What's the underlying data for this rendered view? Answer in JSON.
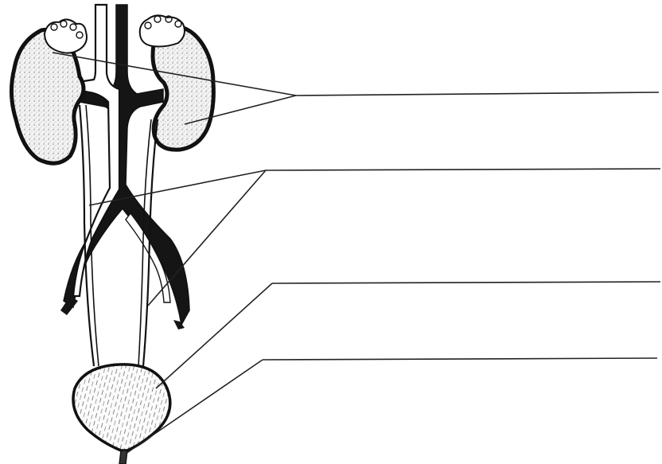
{
  "diagram": {
    "subject": "urinary-system",
    "label_lines": [
      {
        "id": "kidney",
        "text": ""
      },
      {
        "id": "ureter",
        "text": ""
      },
      {
        "id": "bladder",
        "text": ""
      },
      {
        "id": "urethra",
        "text": ""
      }
    ]
  }
}
